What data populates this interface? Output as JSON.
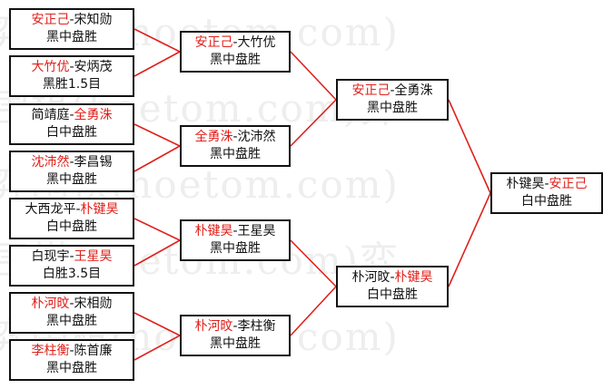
{
  "watermark": {
    "lines": [
      "弈围棋(hoetom.com)",
      "围棋(hoetom.com)弈",
      "弈围棋(hoetom.com)",
      "围棋(hoetom.com)弈",
      "弈围棋(hoetom.com)"
    ]
  },
  "colors": {
    "winner": "#e0201b",
    "line": "#e0201b",
    "border": "#111111",
    "text": "#111111"
  },
  "bracket": {
    "round1": [
      {
        "winner_first": true,
        "p1": "安正己",
        "sep": "-",
        "p2": "宋知勋",
        "result": "黑中盘胜"
      },
      {
        "winner_first": true,
        "p1": "大竹优",
        "sep": "-",
        "p2": "安炳茂",
        "result": "黑胜1.5目"
      },
      {
        "winner_first": false,
        "p1": "简靖庭",
        "sep": "-",
        "p2": "全勇洙",
        "result": "白中盘胜"
      },
      {
        "winner_first": true,
        "p1": "沈沛然",
        "sep": "-",
        "p2": "李昌锡",
        "result": "黑中盘胜"
      },
      {
        "winner_first": false,
        "p1": "大西龙平",
        "sep": "-",
        "p2": "朴键昊",
        "result": "白中盘胜"
      },
      {
        "winner_first": false,
        "p1": "白现宇",
        "sep": "-",
        "p2": "王星昊",
        "result": "白胜3.5目"
      },
      {
        "winner_first": true,
        "p1": "朴河旼",
        "sep": "-",
        "p2": "宋相勋",
        "result": "黑中盘胜"
      },
      {
        "winner_first": true,
        "p1": "李柱衡",
        "sep": "-",
        "p2": "陈首廉",
        "result": "黑中盘胜"
      }
    ],
    "round2": [
      {
        "winner_first": true,
        "p1": "安正己",
        "sep": "-",
        "p2": "大竹优",
        "result": "黑中盘胜"
      },
      {
        "winner_first": true,
        "p1": "全勇洙",
        "sep": "-",
        "p2": "沈沛然",
        "result": "黑中盘胜"
      },
      {
        "winner_first": true,
        "p1": "朴键昊",
        "sep": "-",
        "p2": "王星昊",
        "result": "黑中盘胜"
      },
      {
        "winner_first": true,
        "p1": "朴河旼",
        "sep": "-",
        "p2": "李柱衡",
        "result": "黑中盘胜"
      }
    ],
    "semifinals": [
      {
        "winner_first": true,
        "p1": "安正己",
        "sep": "-",
        "p2": "全勇洙",
        "result": "黑中盘胜"
      },
      {
        "winner_first": false,
        "p1": "朴河旼",
        "sep": "-",
        "p2": "朴键昊",
        "result": "白中盘胜"
      }
    ],
    "final": [
      {
        "winner_first": false,
        "p1": "朴键昊",
        "sep": "-",
        "p2": "安正己",
        "result": "白中盘胜"
      }
    ]
  }
}
